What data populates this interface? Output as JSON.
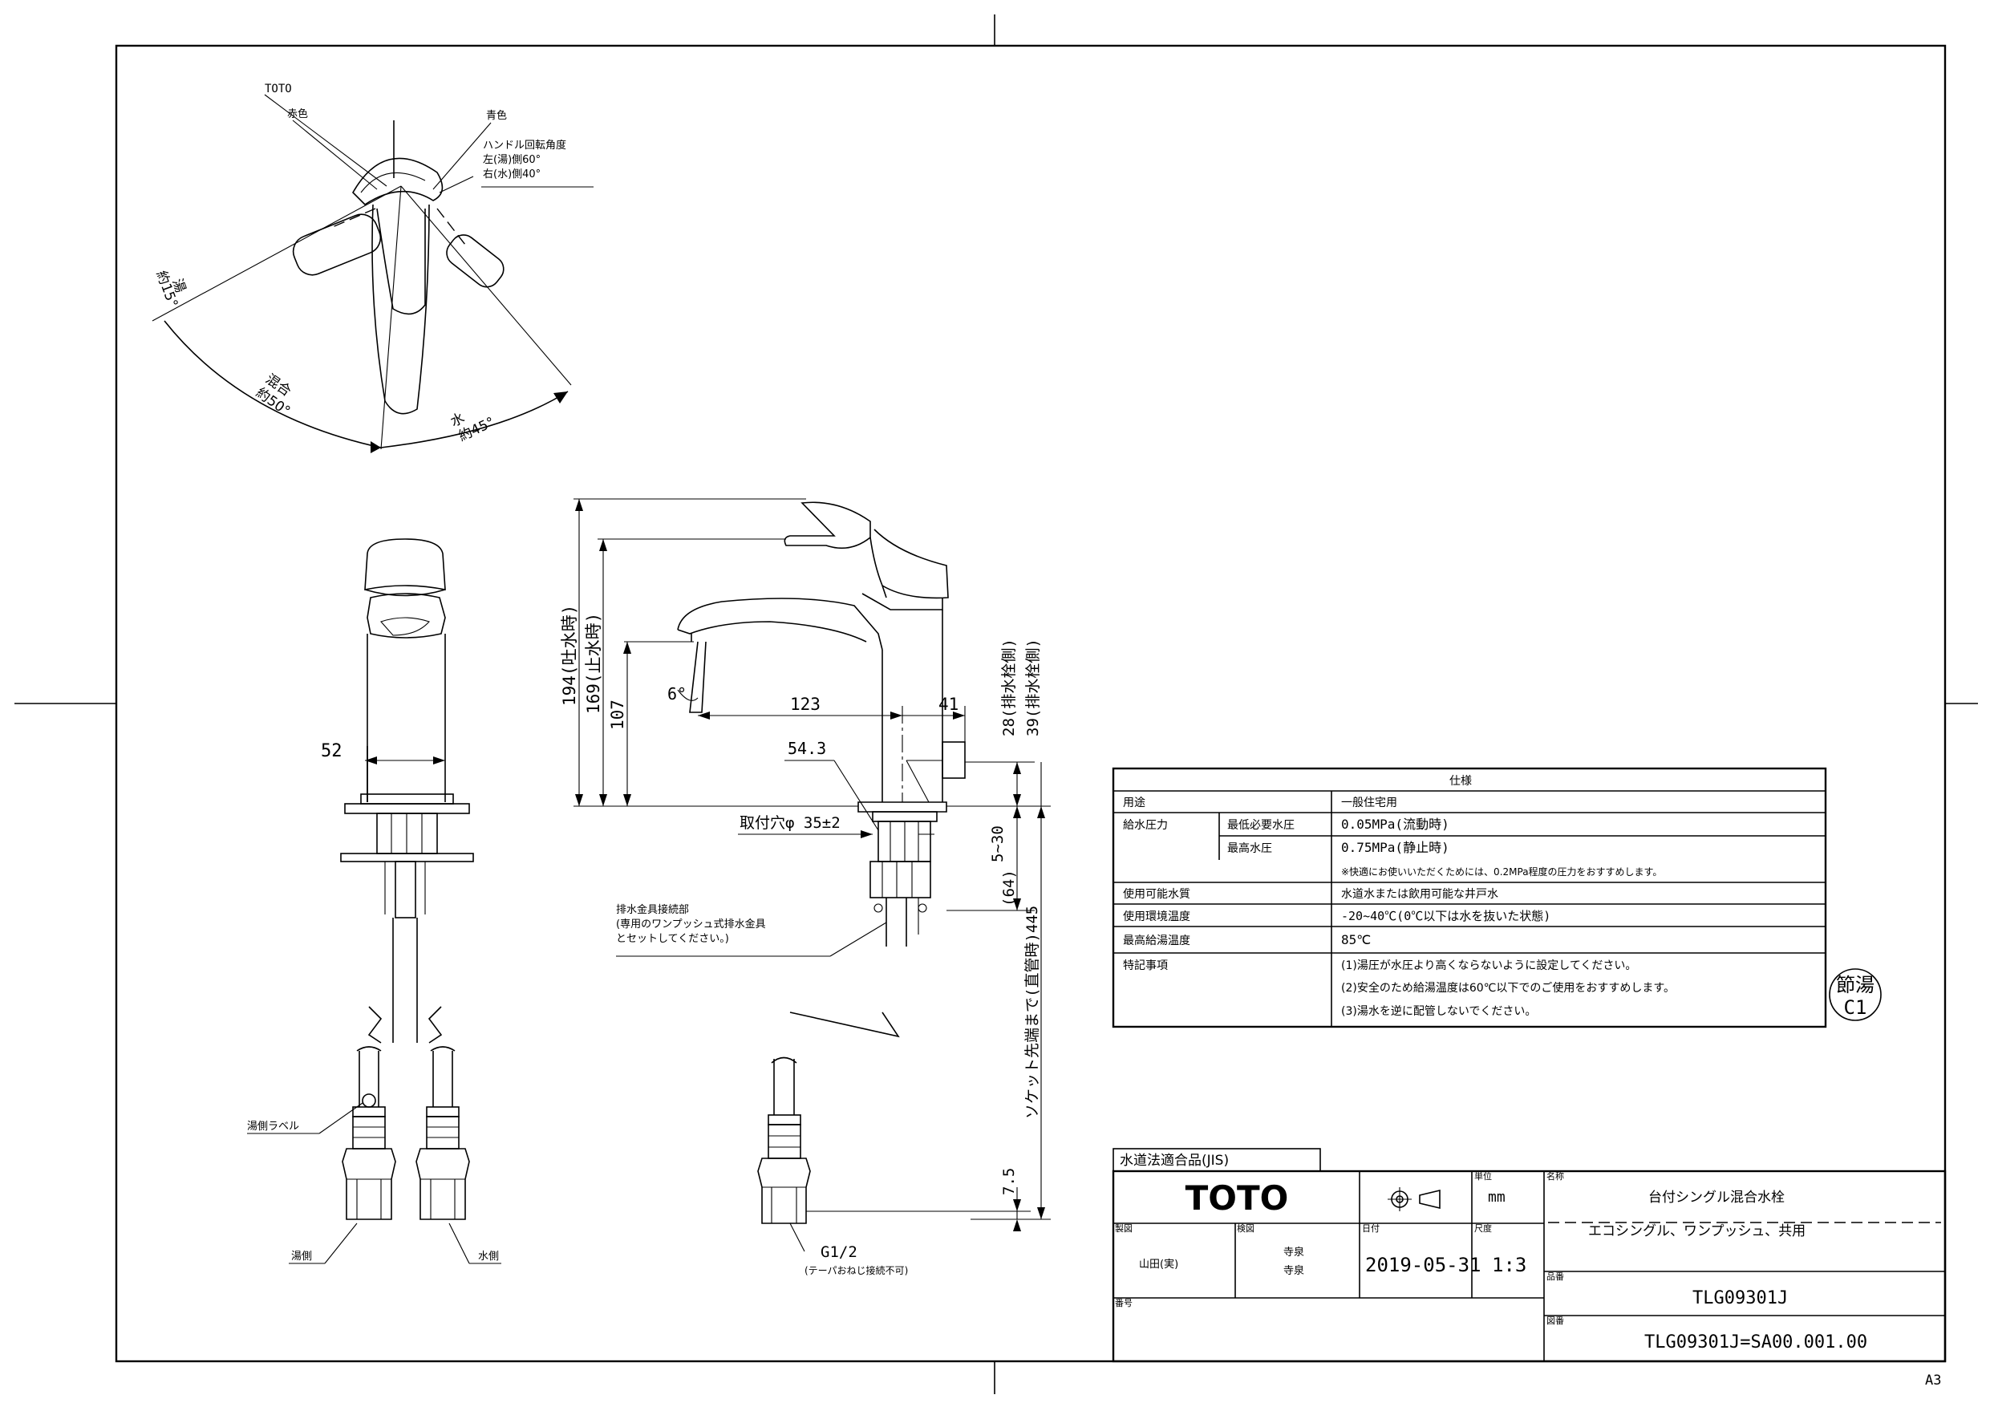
{
  "sheet": {
    "size": "A3"
  },
  "top_view": {
    "brand": "TOTO",
    "red_label": "赤色",
    "blue_label": "青色",
    "handle_angle": "ハンドル回転角度",
    "handle_left": "左(湯)側60°",
    "handle_right": "右(水)側40°",
    "hot_angle_a": "湯",
    "hot_angle_b": "約15°",
    "mix_angle_a": "混合",
    "mix_angle_b": "約50°",
    "cold_angle_a": "水",
    "cold_angle_b": "約45°"
  },
  "front_view": {
    "width_dim": "52",
    "label_hot_mark": "湯側ラベル",
    "label_hot": "湯側",
    "label_cold": "水側"
  },
  "side_view": {
    "dim_194": "194(吐水時)",
    "dim_169": "169(止水時)",
    "dim_107": "107",
    "dim_6deg": "6°",
    "dim_123": "123",
    "dim_41": "41",
    "dim_54": "54.3",
    "dim_28": "28(排水栓側)",
    "dim_39": "39(排水栓側)",
    "mount_hole": "取付穴φ 35±2",
    "dim_5_30": "5~30",
    "dim_64": "(64)",
    "dim_445": "ソケット先端まで(直管時)445",
    "dim_7_5": "7.5",
    "drain_note_1": "排水金具接続部",
    "drain_note_2": "(専用のワンプッシュ式排水金具",
    "drain_note_3": "とセットしてください。)",
    "thread": "G1/2",
    "thread_note": "(テーパおねじ接続不可)"
  },
  "spec_table": {
    "title": "仕様",
    "rows": [
      {
        "label": "用途",
        "sub": "",
        "value": "一般住宅用"
      },
      {
        "label": "給水圧力",
        "sub": "最低必要水圧",
        "value": "0.05MPa(流動時)"
      },
      {
        "label": "",
        "sub": "最高水圧",
        "value": "0.75MPa(静止時)"
      },
      {
        "label": "",
        "sub": "",
        "value": "※快適にお使いいただくためには、0.2MPa程度の圧力をおすすめします。"
      },
      {
        "label": "使用可能水質",
        "sub": "",
        "value": "水道水または飲用可能な井戸水"
      },
      {
        "label": "使用環境温度",
        "sub": "",
        "value": "-20~40℃(0℃以下は水を抜いた状態)"
      },
      {
        "label": "最高給湯温度",
        "sub": "",
        "value": "85℃"
      },
      {
        "label": "特記事項",
        "sub": "",
        "value": "(1)湯圧が水圧より高くならないように設定してください。"
      },
      {
        "label": "",
        "sub": "",
        "value": "(2)安全のため給湯温度は60℃以下でのご使用をおすすめします。"
      },
      {
        "label": "",
        "sub": "",
        "value": "(3)湯水を逆に配管しないでください。"
      }
    ]
  },
  "badge": {
    "top": "節湯",
    "bottom": "C1"
  },
  "title_block": {
    "jis": "水道法適合品(JIS)",
    "logo": "TOTO",
    "unit_label": "単位",
    "unit": "mm",
    "name_label": "名称",
    "name_1": "台付シングル混合水栓",
    "name_2": "エコシングル、ワンプッシュ、共用",
    "design_label": "製図",
    "designer": "山田(実)",
    "check_label": "検図",
    "checker_1": "寺泉",
    "checker_2": "寺泉",
    "date_label": "日付",
    "date": "2019-05-31",
    "scale_label": "尺度",
    "scale": "1:3",
    "model_label": "品番",
    "model": "TLG09301J",
    "number_label": "番号",
    "drawing_label": "図番",
    "drawing_no": "TLG09301J=SA00.001.00"
  }
}
